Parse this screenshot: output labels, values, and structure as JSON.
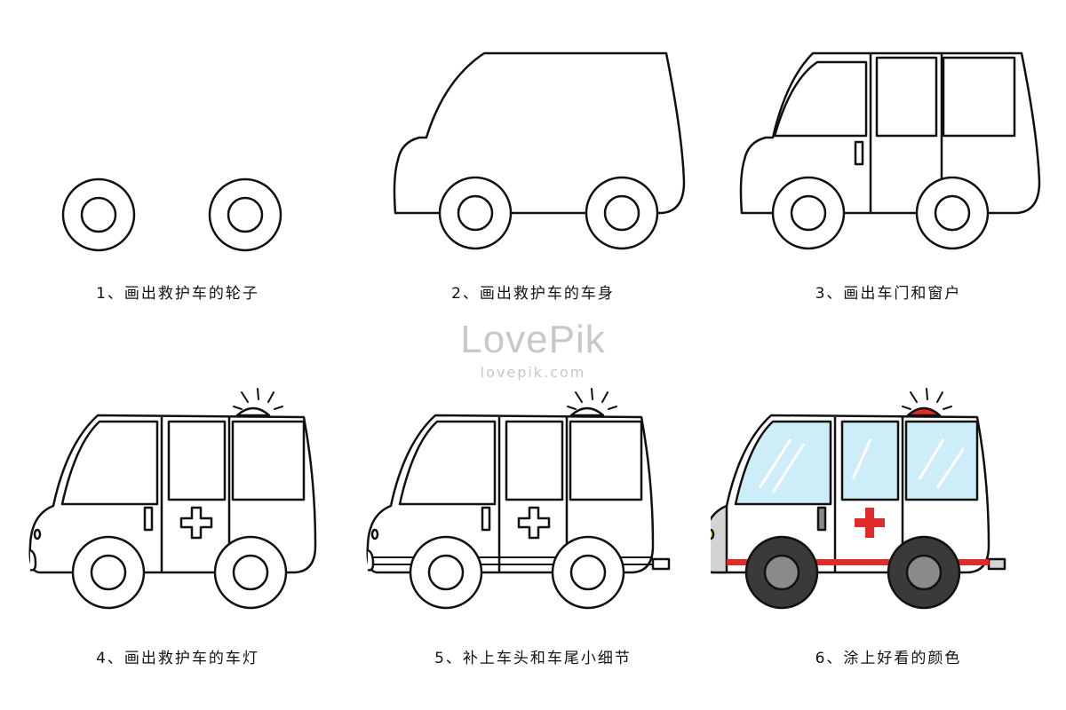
{
  "watermark": {
    "brand": "LovePik",
    "site": "lovepik.com"
  },
  "steps": [
    {
      "caption": "1、画出救护车的轮子"
    },
    {
      "caption": "2、画出救护车的车身"
    },
    {
      "caption": "3、画出车门和窗户"
    },
    {
      "caption": "4、画出救护车的车灯"
    },
    {
      "caption": "5、补上车头和车尾小细节"
    },
    {
      "caption": "6、涂上好看的颜色"
    }
  ],
  "colors": {
    "outline": "#111111",
    "window_blue": "#cdeef8",
    "beacon_red": "#e02b2b",
    "stripe_red": "#e02b2b",
    "tire_dark": "#3a3a3a",
    "hub_gray": "#8a8a8a",
    "bumper_gray": "#d4d4d4",
    "headlight_yellow": "#f3e36a"
  }
}
